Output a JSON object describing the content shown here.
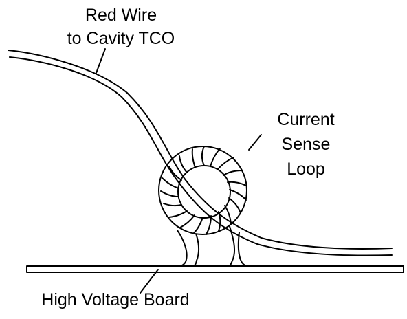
{
  "labels": {
    "red_wire_line1": "Red Wire",
    "red_wire_line2": "to Cavity TCO",
    "loop_line1": "Current",
    "loop_line2": "Sense",
    "loop_line3": "Loop",
    "board": "High Voltage Board"
  },
  "colors": {
    "stroke": "#000000",
    "background": "#ffffff"
  }
}
